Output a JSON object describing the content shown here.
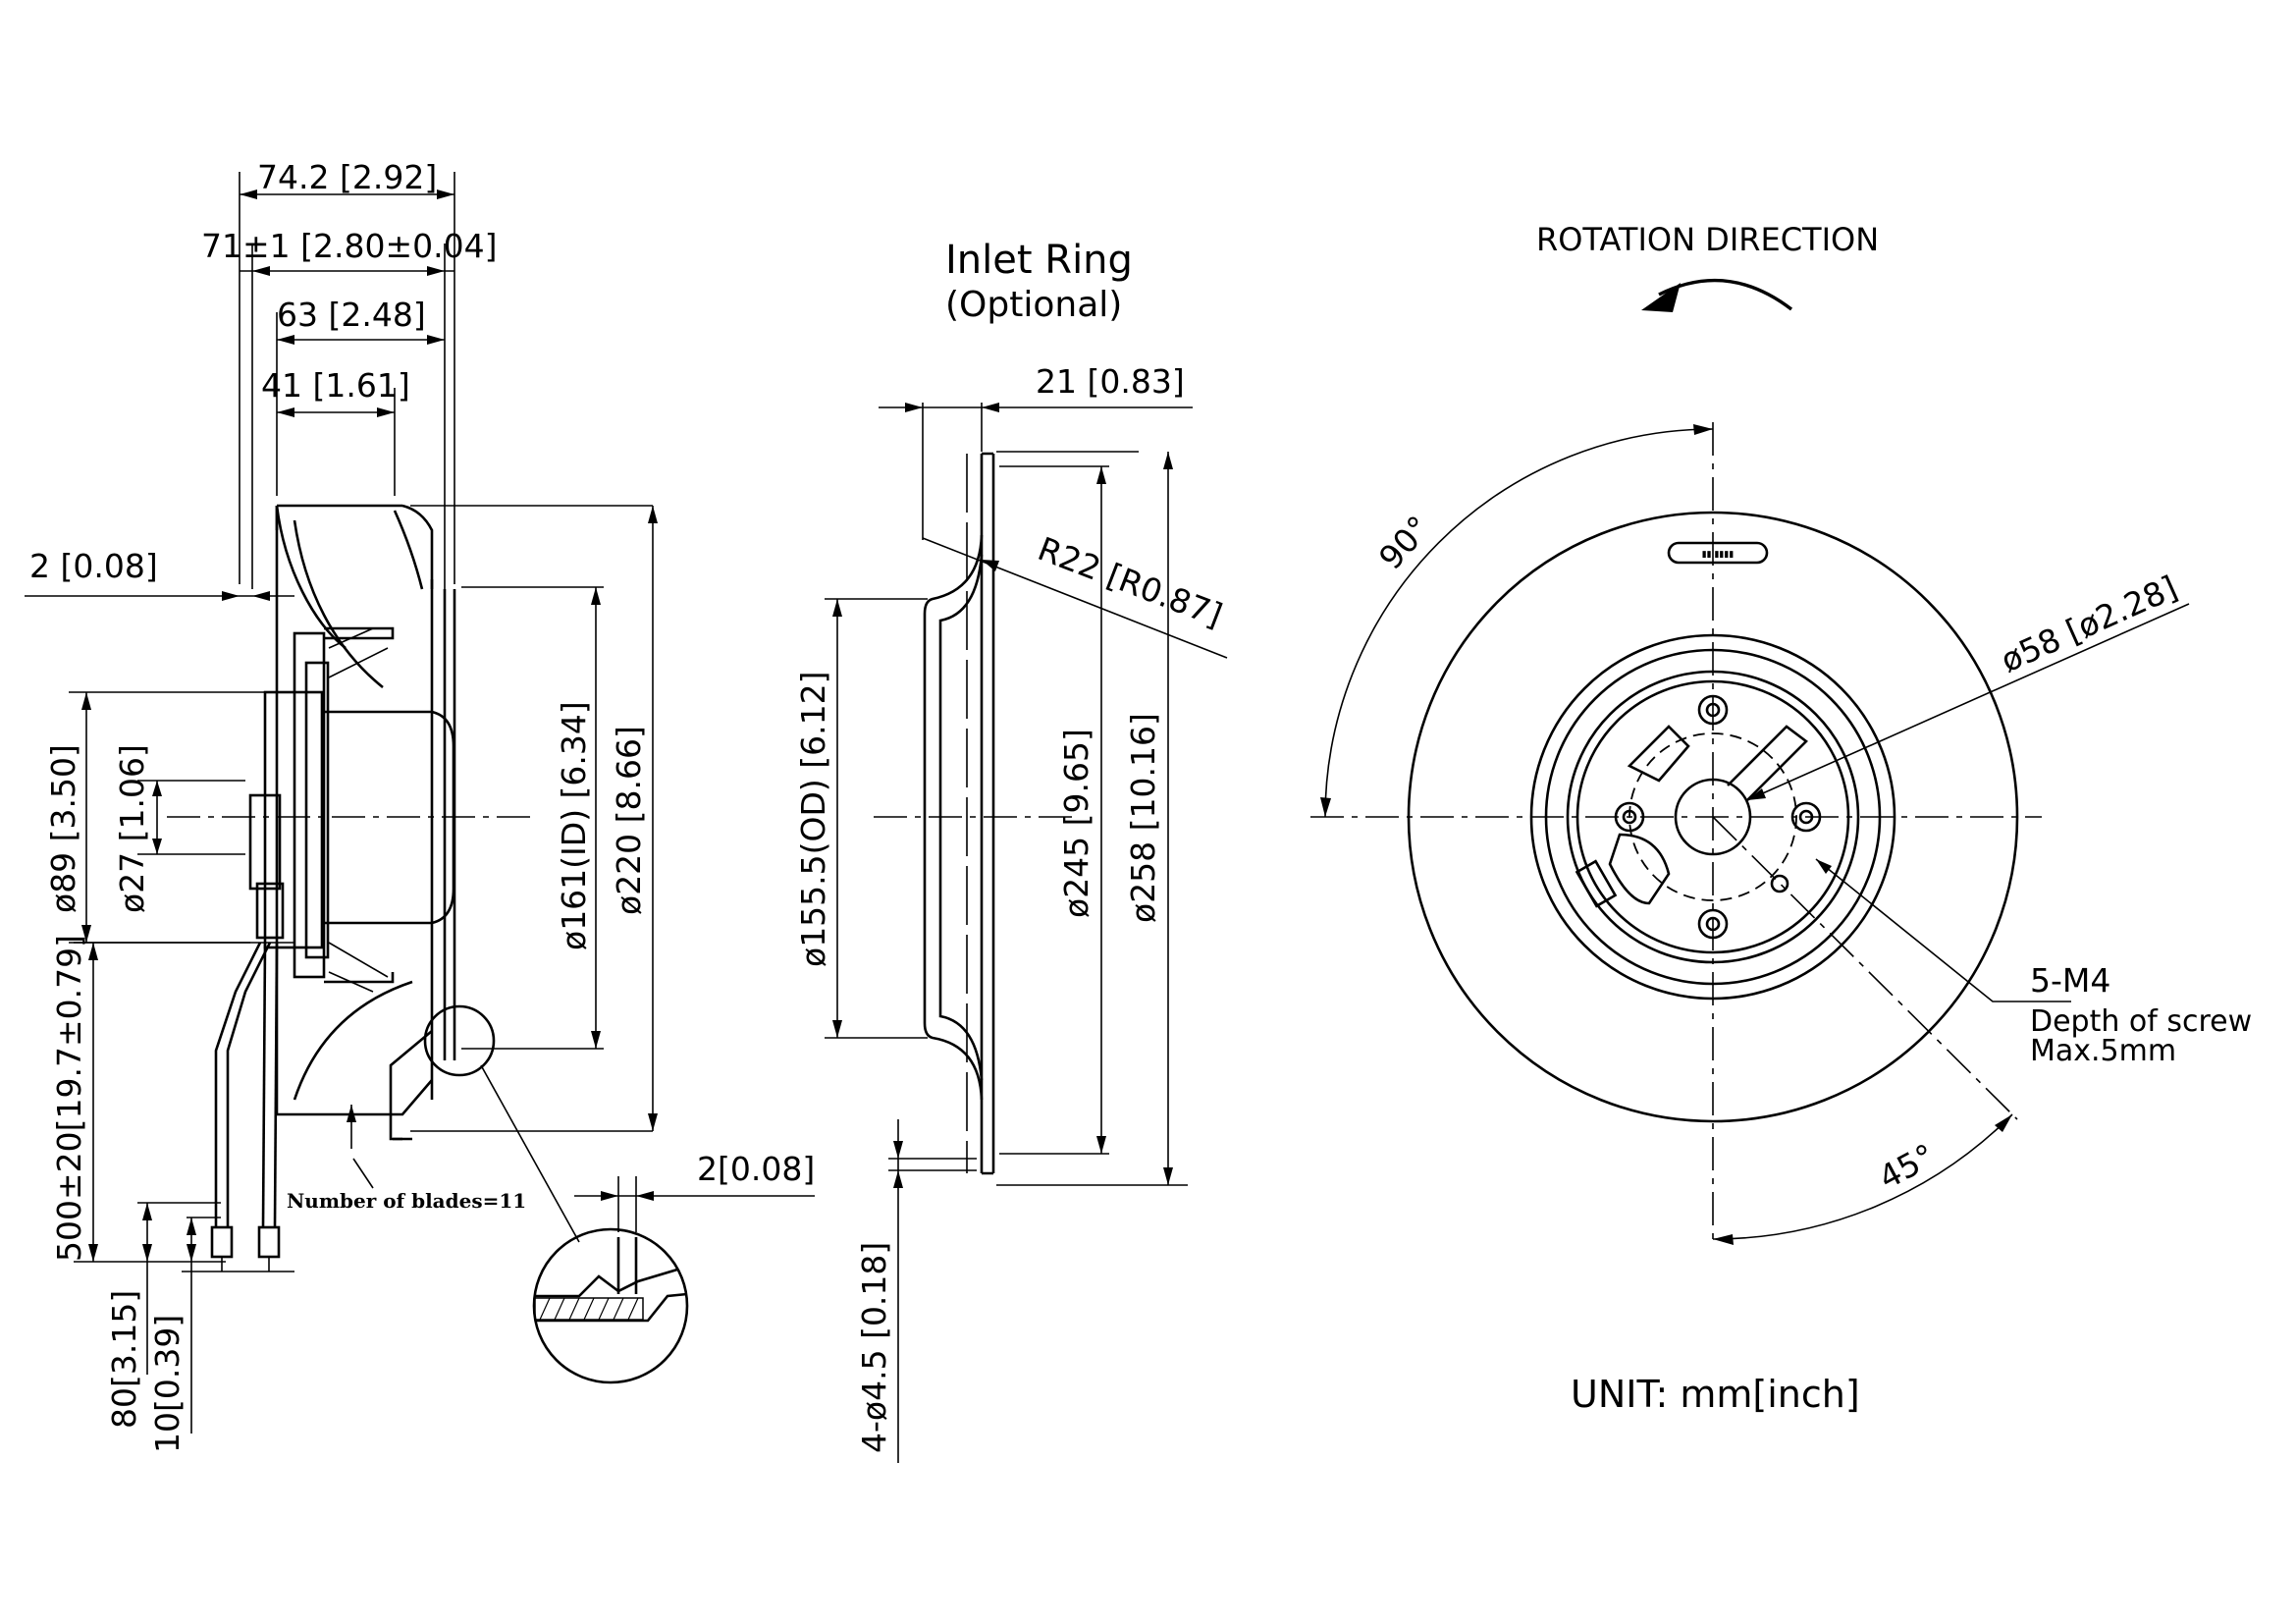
{
  "side_view": {
    "dim_overall_depth": "74.2 [2.92]",
    "dim_depth_tol": "71±1 [2.80±0.04]",
    "dim_63": "63 [2.48]",
    "dim_41": "41 [1.61]",
    "dim_2": "2 [0.08]",
    "dim_d89": "ø89 [3.50]",
    "dim_d27": "ø27 [1.06]",
    "dim_d161": "ø161(ID) [6.34]",
    "dim_d220": "ø220 [8.66]",
    "dim_lead_length": "500±20[19.7±0.79]",
    "dim_80": "80[3.15]",
    "dim_10": "10[0.39]",
    "blades_note": "Number of blades=11",
    "detail_dim": "2[0.08]"
  },
  "inlet_ring": {
    "title": "Inlet Ring",
    "subtitle": "(Optional)",
    "dim_21": "21 [0.83]",
    "dim_radius": "R22 [R0.87]",
    "dim_d155": "ø155.5(OD) [6.12]",
    "dim_d245": "ø245 [9.65]",
    "dim_d258": "ø258 [10.16]",
    "dim_holes": "4-ø4.5 [0.18]"
  },
  "front_view": {
    "rotation_label": "ROTATION DIRECTION",
    "angle_90": "90°",
    "angle_45": "45°",
    "dim_d58": "ø58 [ø2.28]",
    "thread_spec": "5-M4",
    "screw_note_1": "Depth of screw",
    "screw_note_2": "Max.5mm",
    "unit_label": "UNIT: mm[inch]"
  }
}
